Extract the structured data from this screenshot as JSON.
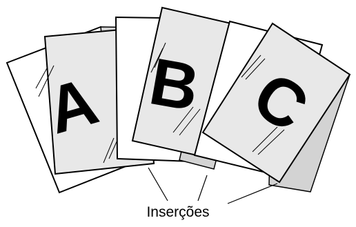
{
  "caption": "Inserções",
  "letters": [
    "A",
    "B",
    "C"
  ],
  "colors": {
    "paper": "#ffffff",
    "sheet_fill": "#d3d3d3",
    "insert_fill": "#e8e8e8",
    "line": "#000000"
  }
}
